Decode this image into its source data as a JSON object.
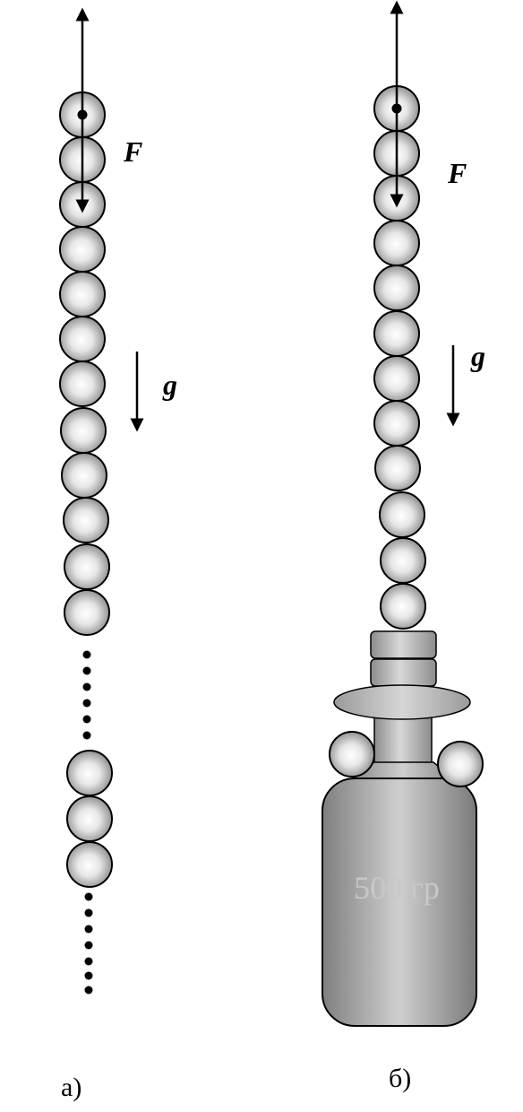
{
  "panels": {
    "a": {
      "caption": "а)",
      "force_label": "F",
      "gravity_label": "g"
    },
    "b": {
      "caption": "б)",
      "force_label": "F",
      "gravity_label": "g",
      "weight_label": "500 гр"
    }
  }
}
